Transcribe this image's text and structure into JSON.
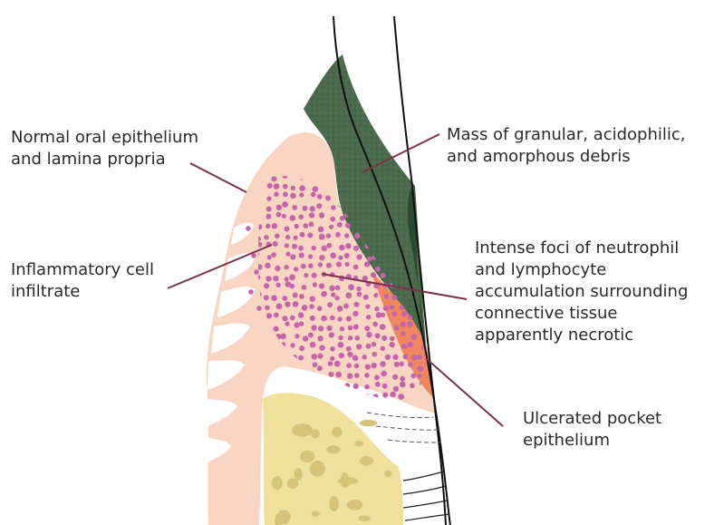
{
  "labels": {
    "normal_epithelium": [
      "Normal oral epithelium",
      "and lamina propria"
    ],
    "debris": [
      "Mass of granular, acidophilic,",
      "and amorphous debris"
    ],
    "inflammatory": [
      "Inflammatory cell",
      "infiltrate"
    ],
    "necrotic": [
      "Intense foci of neutrophil",
      "and lymphocyte",
      "accumulation surrounding",
      "connective tissue",
      "apparently necrotic"
    ],
    "pocket": [
      "Ulcerated pocket",
      "epithelium"
    ]
  },
  "colors": {
    "epithelium": "#f9d6c3",
    "debris": "#4b6b4c",
    "debris_dark": "#2c4a30",
    "cells": "#c466a9",
    "necrotic": "#f0865f",
    "bone": "#efe09c",
    "bone_pores": "#d8c478",
    "leader": "#7a3248",
    "outline": "#111111"
  }
}
